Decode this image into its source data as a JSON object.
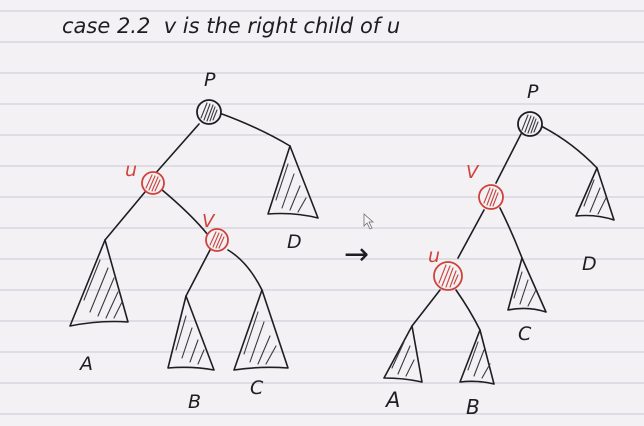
{
  "title": "case 2.2  v is the right child of u",
  "colors": {
    "background": "#f3f1f4",
    "rule_lines": "#c9c6d3",
    "ink": "#1e1e22",
    "red_ink": "#d0413a"
  },
  "arrow": "→",
  "left_tree": {
    "nodes": {
      "p": "P",
      "u": "u",
      "v": "V"
    },
    "subtrees": {
      "a": "A",
      "b": "B",
      "c": "C",
      "d": "D"
    }
  },
  "right_tree": {
    "nodes": {
      "p": "P",
      "v": "V",
      "u": "u"
    },
    "subtrees": {
      "a": "A",
      "b": "B",
      "c": "C",
      "d": "D"
    }
  }
}
